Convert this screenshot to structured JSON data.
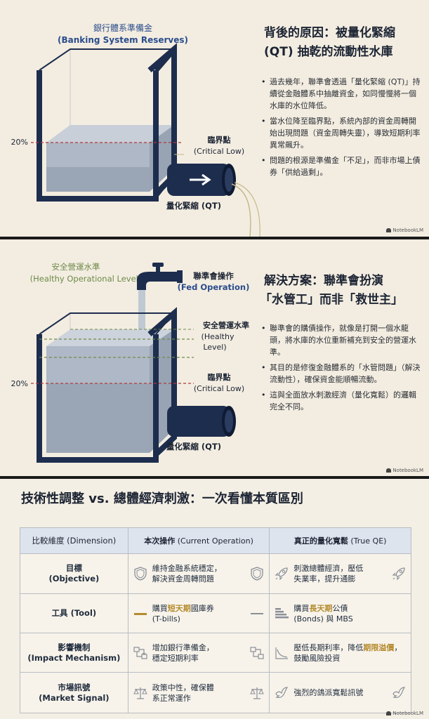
{
  "panel1": {
    "label_cn": "銀行體系準備金",
    "label_en": "(Banking System Reserves)",
    "level_pct": "20%",
    "critical_cn": "臨界點",
    "critical_en": "(Critical Low)",
    "qt_label": "量化緊縮 (QT)",
    "title_line1": "背後的原因：被量化緊縮",
    "title_line2": "(QT) 抽乾的流動性水庫",
    "bullets": [
      "過去幾年，聯準會透過「量化緊縮 (QT)」持續從金融體系中抽離資金，如同慢慢將一個水庫的水位降低。",
      "當水位降至臨界點，系統內部的資金周轉開始出現問題（資金周轉失靈），導致短期利率異常飆升。",
      "問題的根源是準備金「不足」，而非市場上債券「供給過剩」。"
    ],
    "brand": "NotebookLM"
  },
  "panel2": {
    "healthy_cn": "安全營運水準",
    "healthy_en": "(Healthy Operational Level)",
    "fed_cn": "聯準會操作",
    "fed_en": "(Fed Operation)",
    "safe_cn": "安全營運水準",
    "safe_en1": "(Healthy",
    "safe_en2": "Level)",
    "level_pct": "20%",
    "critical_cn": "臨界點",
    "critical_en": "(Critical Low)",
    "qt_label": "量化緊縮 (QT)",
    "title_line1": "解決方案：聯準會扮演",
    "title_line2": "「水管工」而非「救世主」",
    "bullets": [
      "聯準會的購債操作，就像是打開一個水龍頭，將水庫的水位重新補充到安全的營運水準。",
      "其目的是修復金融體系的「水管問題」（解決流動性），確保資金能順暢流動。",
      "這與全面放水刺激經濟（量化寬鬆）的邏輯完全不同。"
    ],
    "brand": "NotebookLM"
  },
  "panel3": {
    "title": "技術性調整 vs. 總體經濟刺激：一次看懂本質區別",
    "headers": {
      "dimension": "比較維度 (Dimension)",
      "current_cn": "本次操作",
      "current_en": "(Current Operation)",
      "qe_cn": "真正的量化寬鬆",
      "qe_en": "(True QE)"
    },
    "rows": [
      {
        "dim_cn": "目標",
        "dim_en": "(Objective)",
        "current": [
          "維持金融系統穩定，",
          "解決資金周轉問題"
        ],
        "qe": [
          "刺激總體經濟，壓低",
          "失業率，提升通膨"
        ],
        "icon_current": "shield-icon",
        "icon_qe": "rocket-icon"
      },
      {
        "dim_cn": "工具",
        "dim_en": "(Tool)",
        "current_pre": "購買",
        "current_hl": "短天期",
        "current_post": "國庫券",
        "current_line2": "(T-bills)",
        "qe_pre": "購買",
        "qe_hl": "長天期",
        "qe_post": "公債",
        "qe_line2": "(Bonds) 與 MBS",
        "icon_current": "short-bar-icon",
        "icon_qe": "stacked-bars-icon"
      },
      {
        "dim_cn": "影響機制",
        "dim_en": "(Impact Mechanism)",
        "current": [
          "增加銀行準備金，",
          "穩定短期利率"
        ],
        "qe_pre": "壓低長期利率，降低",
        "qe_hl": "期限溢價",
        "qe_post": "，鼓勵風險投資",
        "icon_current": "flow-boxes-icon",
        "icon_qe": "declining-curve-icon"
      },
      {
        "dim_cn": "市場訊號",
        "dim_en": "(Market Signal)",
        "current": [
          "政策中性，確保體",
          "系正常運作"
        ],
        "qe": [
          "強烈的鴿派寬鬆訊號"
        ],
        "icon_current": "scale-icon",
        "icon_qe": "dove-icon"
      }
    ],
    "brand": "NotebookLM"
  },
  "colors": {
    "navy": "#1d2d4e",
    "water": "#aeb8c6",
    "water_deep": "#8e9bad",
    "critical_red": "#b23a3a",
    "healthy_green": "#6e8a4a",
    "gold": "#b58a2e",
    "background": "#f3ede1"
  }
}
